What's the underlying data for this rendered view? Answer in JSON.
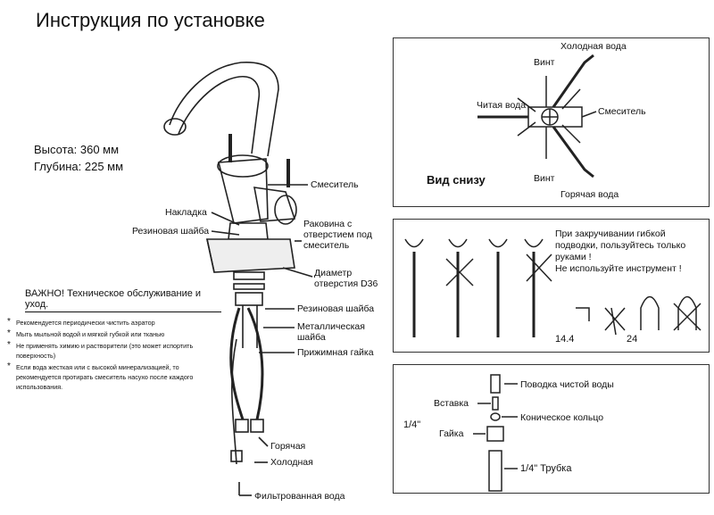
{
  "title": "Инструкция по установке",
  "dimensions": {
    "height": "Высота: 360 мм",
    "depth": "Глубина: 225 мм"
  },
  "faucet_labels": {
    "mixer": "Смеситель",
    "cover": "Накладка",
    "rubber_washer_top": "Резиновая шайба",
    "sink": "Раковина с\nотверстием под\nсмеситель",
    "hole_diameter": "Диаметр\nотверстия D36",
    "rubber_washer": "Резиновая шайба",
    "metal_washer": "Металлическая\nшайба",
    "clamp_nut": "Прижимная гайка",
    "hot": "Горячая",
    "cold": "Холодная",
    "filtered": "Фильтрованная вода"
  },
  "maintenance": {
    "heading": "ВАЖНО! Техническое обслуживание и уход.",
    "items": [
      "Рекомендуется периодически чистить аэратор",
      "Мыть мыльной водой и мягкой губкой или тканью",
      "Не применять химию и растворители (это может испортить поверхность)",
      "Если вода жесткая или с высокой минерализацией, то рекомендуется протирать смеситель насухо после каждого использования."
    ]
  },
  "bottom_view": {
    "cold_water": "Холодная вода",
    "screw_top": "Винт",
    "clean_water": "Читая вода",
    "mixer": "Смеситель",
    "caption": "Вид снизу",
    "screw_bottom": "Винт",
    "hot_water": "Горячая вода"
  },
  "hose_note": {
    "text": "При закручивании гибкой\nподводки, пользуйтесь только\nруками !\nНе используйте инструмент !",
    "size_a": "14.4",
    "size_b": "24"
  },
  "fitting": {
    "clean_water_line": "Поводка чистой воды",
    "insert": "Вставка",
    "cone_ring": "Коническое кольцо",
    "nut": "Гайка",
    "tube": "1/4\" Трубка",
    "size": "1/4\""
  }
}
